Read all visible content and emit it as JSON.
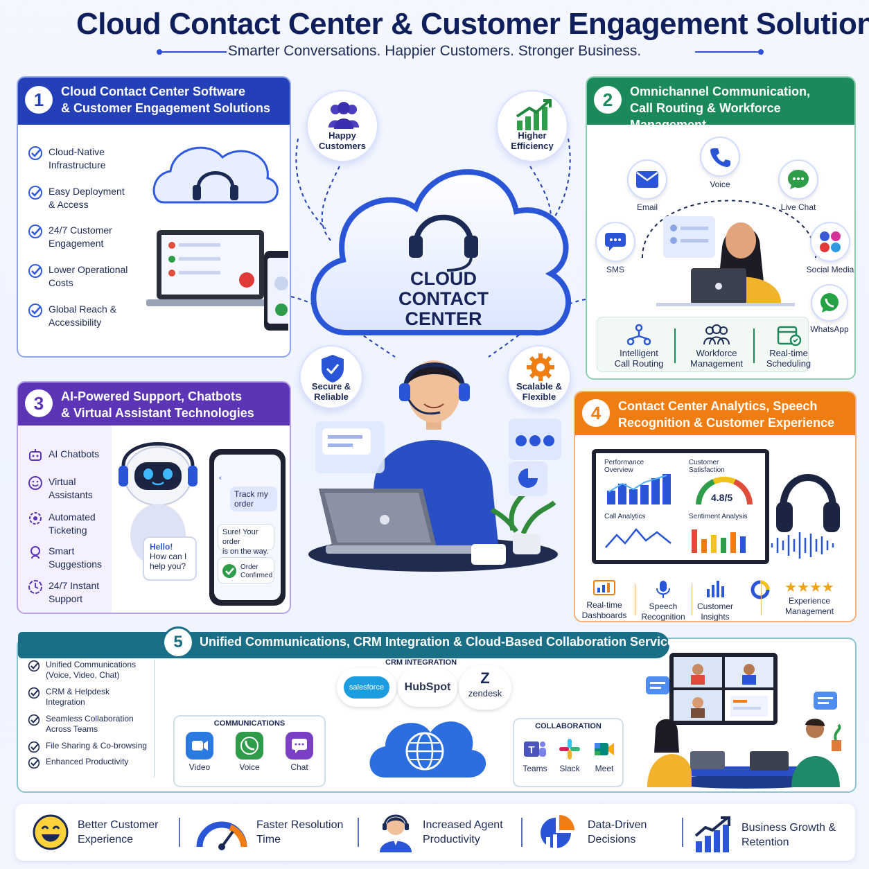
{
  "header": {
    "title": "Cloud Contact Center & Customer Engagement Solutions",
    "subtitle": "Smarter Conversations. Happier Customers. Stronger Business."
  },
  "center": {
    "cloud_label_1": "CLOUD",
    "cloud_label_2": "CONTACT",
    "cloud_label_3": "CENTER",
    "bubbles": {
      "happy": "Happy Customers",
      "efficiency": "Higher Efficiency",
      "secure": "Secure & Reliable",
      "scalable": "Scalable & Flexible"
    }
  },
  "panel1": {
    "number": "1",
    "title_line1": "Cloud Contact Center Software",
    "title_line2": "& Customer Engagement Solutions",
    "items": [
      {
        "l1": "Cloud-Native",
        "l2": "Infrastructure"
      },
      {
        "l1": "Easy Deployment",
        "l2": "& Access"
      },
      {
        "l1": "24/7 Customer",
        "l2": "Engagement"
      },
      {
        "l1": "Lower Operational",
        "l2": "Costs"
      },
      {
        "l1": "Global Reach &",
        "l2": "Accessibility"
      }
    ]
  },
  "panel2": {
    "number": "2",
    "title_line1": "Omnichannel Communication,",
    "title_line2": "Call Routing & Workforce Management",
    "channels": {
      "voice": "Voice",
      "email": "Email",
      "live_chat": "Live Chat",
      "sms": "SMS",
      "social": "Social Media",
      "whatsapp": "WhatsApp"
    },
    "features": [
      {
        "l1": "Intelligent",
        "l2": "Call Routing"
      },
      {
        "l1": "Workforce",
        "l2": "Management"
      },
      {
        "l1": "Real-time",
        "l2": "Scheduling"
      }
    ]
  },
  "panel3": {
    "number": "3",
    "title_line1": "AI-Powered Support, Chatbots",
    "title_line2": "& Virtual Assistant Technologies",
    "items": [
      {
        "l1": "AI Chatbots",
        "l2": ""
      },
      {
        "l1": "Virtual",
        "l2": "Assistants"
      },
      {
        "l1": "Automated",
        "l2": "Ticketing"
      },
      {
        "l1": "Smart",
        "l2": "Suggestions"
      },
      {
        "l1": "24/7 Instant",
        "l2": "Support"
      }
    ],
    "robot_bubble": {
      "l1": "Hello!",
      "l2": "How can I",
      "l3": "help you?"
    },
    "chat": {
      "msg1_l1": "Track my",
      "msg1_l2": "order",
      "msg2_l1": "Sure! Your order",
      "msg2_l2": "is on the way.",
      "confirm_l1": "Order",
      "confirm_l2": "Confirmed"
    }
  },
  "panel4": {
    "number": "4",
    "title_line1": "Contact Center Analytics, Speech",
    "title_line2": "Recognition & Customer Experience",
    "dashboard": {
      "perf_l1": "Performance",
      "perf_l2": "Overview",
      "csat_l1": "Customer",
      "csat_l2": "Satisfaction",
      "csat_value": "4.8/5",
      "call_analytics": "Call Analytics",
      "sentiment": "Sentiment Analysis"
    },
    "features": [
      {
        "l1": "Real-time",
        "l2": "Dashboards"
      },
      {
        "l1": "Speech",
        "l2": "Recognition"
      },
      {
        "l1": "Customer",
        "l2": "Insights"
      },
      {
        "l1": "Experience",
        "l2": "Management"
      }
    ],
    "stars": "★★★★"
  },
  "panel5": {
    "number": "5",
    "title": "Unified Communications, CRM Integration & Cloud-Based Collaboration Services",
    "items": [
      {
        "l1": "Unified Communications",
        "l2": "(Voice, Video, Chat)"
      },
      {
        "l1": "CRM & Helpdesk",
        "l2": "Integration"
      },
      {
        "l1": "Seamless Collaboration",
        "l2": "Across Teams"
      },
      {
        "l1": "File Sharing & Co-browsing",
        "l2": ""
      },
      {
        "l1": "Enhanced Productivity",
        "l2": ""
      }
    ],
    "crm_label": "CRM INTEGRATION",
    "crm": {
      "salesforce": "salesforce",
      "hubspot": "HubSpot",
      "zendesk": "zendesk"
    },
    "communications_label": "COMMUNICATIONS",
    "comms": {
      "video": "Video",
      "voice": "Voice",
      "chat": "Chat"
    },
    "collab_label": "COLLABORATION",
    "collab": {
      "teams": "Teams",
      "slack": "Slack",
      "meet": "Meet"
    }
  },
  "benefits": [
    {
      "l1": "Better Customer",
      "l2": "Experience"
    },
    {
      "l1": "Faster Resolution",
      "l2": "Time"
    },
    {
      "l1": "Increased Agent",
      "l2": "Productivity"
    },
    {
      "l1": "Data-Driven",
      "l2": "Decisions"
    },
    {
      "l1": "Business Growth &",
      "l2": "Retention"
    }
  ],
  "colors": {
    "blue": "#2340b8",
    "green": "#1b8a5a",
    "purple": "#5b35b5",
    "orange": "#ef7d12",
    "teal": "#1a6f86"
  },
  "icons": [
    "check-icon",
    "headset-icon",
    "people-icon",
    "growth-chart-icon",
    "shield-icon",
    "gear-icon",
    "phone-icon",
    "email-icon",
    "chat-icon",
    "sms-icon",
    "social-icon",
    "whatsapp-icon",
    "robot-icon",
    "globe-icon",
    "video-icon",
    "smile-icon",
    "gauge-icon",
    "agent-icon",
    "pie-icon",
    "bar-growth-icon"
  ]
}
